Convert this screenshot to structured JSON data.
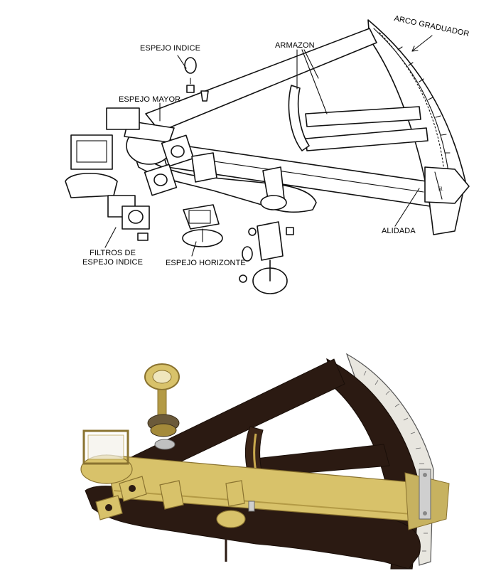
{
  "labels": {
    "arco_graduador": "ARCO GRADUADOR",
    "espejo_indice": "ESPEJO INDICE",
    "armazon": "ARMAZON",
    "espejo_mayor": "ESPEJO MAYOR",
    "alidada": "ALIDADA",
    "filtros_line1": "FILTROS DE",
    "filtros_line2": "ESPEJO INDICE",
    "espejo_horizonte": "ESPEJO HORIZONTE"
  },
  "colors": {
    "ink": "#111111",
    "frame_wood": "#2b1a12",
    "frame_wood_dark": "#1a0f09",
    "brass": "#d8c26a",
    "brass_shade": "#b39a45",
    "scale": "#e8e6df",
    "silver": "#cfcfcf"
  }
}
